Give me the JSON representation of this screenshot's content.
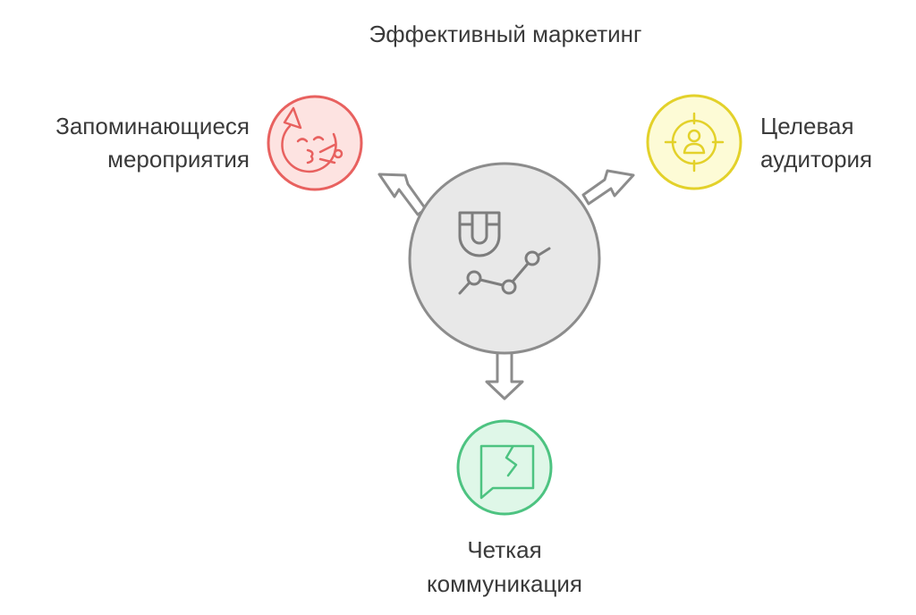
{
  "diagram": {
    "title": "Эффективный маркетинг",
    "center": {
      "icon": "magnet-growth-chart-icon"
    },
    "nodes": {
      "events": {
        "line1": "Запоминающиеся",
        "line2": "мероприятия",
        "icon": "party-face-icon",
        "color": "#e8615f",
        "fill": "#fde3e1"
      },
      "audience": {
        "line1": "Целевая",
        "line2": "аудитория",
        "icon": "target-user-icon",
        "color": "#e3d12a",
        "fill": "#fdfbd6"
      },
      "communication": {
        "line1": "Четкая",
        "line2": "коммуникация",
        "icon": "chat-bubble-icon",
        "color": "#4dc381",
        "fill": "#dff7e8"
      }
    }
  }
}
